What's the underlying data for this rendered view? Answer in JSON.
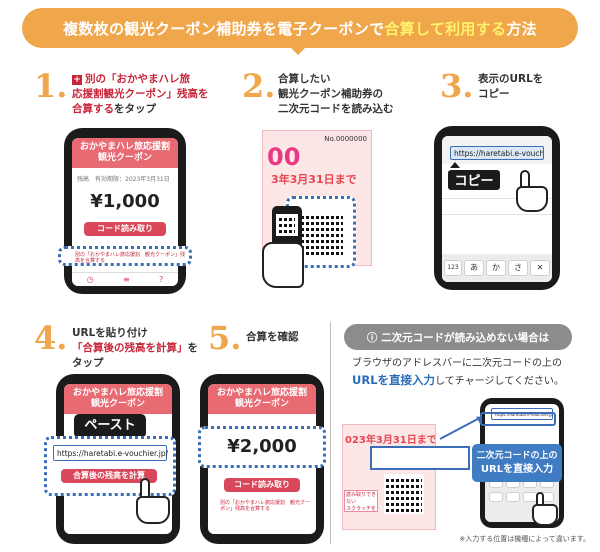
{
  "banner": {
    "part1": "複数枚の観光クーポン補助券を電子クーポンで",
    "highlight": "合算して利用する",
    "part2": "方法"
  },
  "step1": {
    "number": "1.",
    "line1": "別の「おかやまハレ旅",
    "line2": "応援割観光クーポン」残高を",
    "line3a": "合算する",
    "line3b": "をタップ",
    "coupon_title": "おかやまハレ旅応援割\n観光クーポン",
    "meta_label": "残高",
    "meta_date": "有効期限：2023年3月31日",
    "balance": "¥1,000",
    "button": "コード読み取り",
    "merge_link": "別の「おかやまハレ旅応援割　観光クーポン」残高を合算する",
    "nav_icons": [
      "clock-icon",
      "menu-icon",
      "help-icon"
    ]
  },
  "step2": {
    "number": "2.",
    "line1": "合算したい",
    "line2": "観光クーポン補助券の",
    "line3": "二次元コードを読み込む",
    "ticket_no": "No.0000000",
    "ticket_big": "00",
    "ticket_date": "3年3月31日まで"
  },
  "step3": {
    "number": "3.",
    "line1": "表示のURLを",
    "line2": "コピー",
    "url": "https://haretabi.e-vouchier.jp/",
    "copy": "コピー",
    "keys": [
      "123",
      "あ",
      "か",
      "さ",
      "✕"
    ]
  },
  "step4": {
    "number": "4.",
    "line1": "URLを貼り付け",
    "line2a": "「合算後の残高を計算」",
    "line2b": "を",
    "line3": "タップ",
    "coupon_title": "おかやまハレ旅応援割\n観光クーポン",
    "paste": "ペースト",
    "url": "https://haretabi.e-vouchier.jp/",
    "button": "合算後の残高を計算"
  },
  "step5": {
    "number": "5.",
    "label": "合算を確認",
    "coupon_title": "おかやまハレ旅応援割\n観光クーポン",
    "balance": "¥2,000",
    "button": "コード読み取り",
    "merge_link": "別の「おかやまハレ旅応援割　観光クーポン」残高を合算する"
  },
  "fallback": {
    "tag": "ⓘ 二次元コードが読み込めない場合は",
    "line1": "ブラウザのアドレスバーに二次元コードの上の",
    "line2a": "URLを直接入力",
    "line2b": "してチャージしてください。",
    "ticket_date": "023年3月31日まで",
    "callout_line1": "二次元コードの上の",
    "callout_line2": "URLを直接入力",
    "scan_fail": "読み取りできない\nスクラッチを",
    "note": "※入力する位置は機種によって違います。"
  }
}
